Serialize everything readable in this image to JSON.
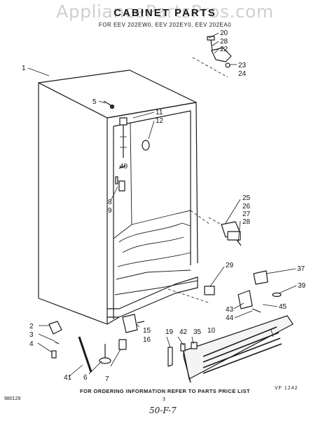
{
  "watermark": "AppliancePartsPros.com",
  "header": {
    "title": "CABINET PARTS",
    "models": "FOR EEV 202EW0, EEV 202EY0, EEV 202EA0"
  },
  "footer": {
    "note": "FOR ORDERING INFORMATION REFER TO PARTS PRICE LIST",
    "code_left": "980129",
    "code_right": "VF 1242",
    "page_number": "3",
    "handwriting": "50-F-7"
  },
  "callouts": [
    "1",
    "2",
    "3",
    "4",
    "5",
    "6",
    "7",
    "8",
    "9",
    "10",
    "11",
    "12",
    "15",
    "16",
    "19",
    "20",
    "22",
    "23",
    "24",
    "25",
    "26",
    "27",
    "28",
    "28",
    "29",
    "35",
    "37",
    "39",
    "40",
    "41",
    "42",
    "43",
    "44",
    "45"
  ]
}
